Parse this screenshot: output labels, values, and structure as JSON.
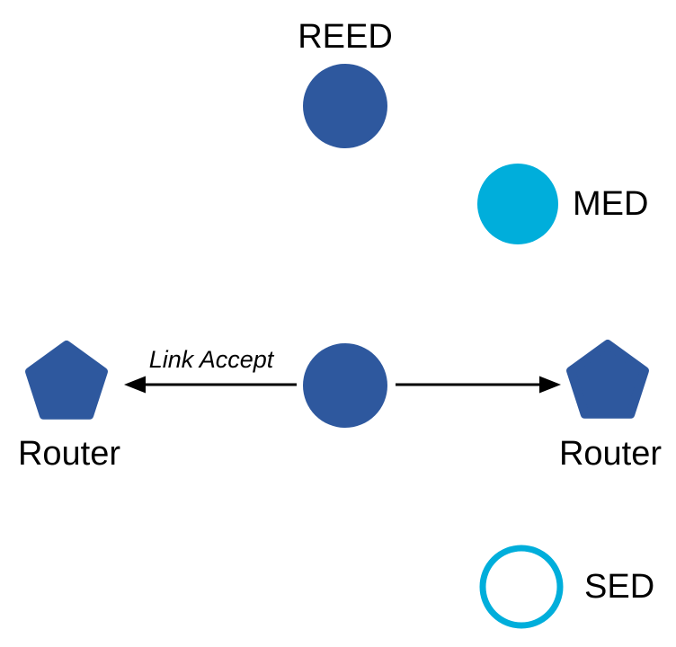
{
  "diagram": {
    "background": "#FFFFFF",
    "colors": {
      "node_blue": "#2E589E",
      "node_cyan": "#00AEDB",
      "arrow_black": "#000000",
      "label_black": "#000000",
      "sed_fill": "#FFFFFF"
    },
    "nodes": {
      "reed": {
        "label": "REED",
        "shape": "filled-circle",
        "color": "#2E589E"
      },
      "med": {
        "label": "MED",
        "shape": "filled-circle",
        "color": "#00AEDB"
      },
      "center": {
        "label": "",
        "shape": "filled-circle",
        "color": "#2E589E"
      },
      "router_left": {
        "label": "Router",
        "shape": "pentagon",
        "color": "#2E589E"
      },
      "router_right": {
        "label": "Router",
        "shape": "pentagon",
        "color": "#2E589E"
      },
      "sed": {
        "label": "SED",
        "shape": "outline-circle",
        "color": "#00AEDB",
        "fill": "#FFFFFF"
      }
    },
    "edges": {
      "left": {
        "label": "Link Accept",
        "direction": "center-to-left-router",
        "color": "#000000"
      },
      "right": {
        "label": "",
        "direction": "center-to-right-router",
        "color": "#000000"
      }
    }
  }
}
